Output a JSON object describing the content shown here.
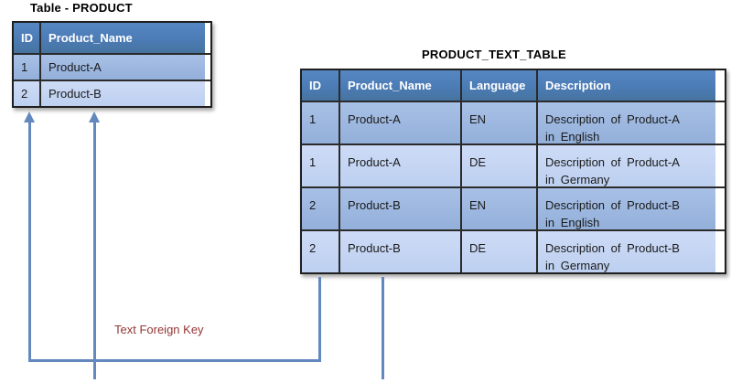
{
  "left_table": {
    "title": "Table - PRODUCT",
    "headers": [
      "ID",
      "Product_Name"
    ],
    "rows": [
      [
        "1",
        "Product-A"
      ],
      [
        "2",
        "Product-B"
      ]
    ]
  },
  "right_table": {
    "title": "PRODUCT_TEXT_TABLE",
    "headers": [
      "ID",
      "Product_Name",
      "Language",
      "Description"
    ],
    "rows": [
      [
        "1",
        "Product-A",
        "EN",
        "Description of Product-A\nin English"
      ],
      [
        "1",
        "Product-A",
        "DE",
        "Description of Product-A\nin Germany"
      ],
      [
        "2",
        "Product-B",
        "EN",
        "Description of Product-B\nin English"
      ],
      [
        "2",
        "Product-B",
        "DE",
        "Description of Product-B\nin Germany"
      ]
    ]
  },
  "annotations": {
    "foreign_key_label": "Text Foreign Key"
  },
  "colors": {
    "header_bg": "#4f81bd",
    "row_dark": "#9db7e0",
    "row_light": "#c5d6f2",
    "connector_line": "#6288be",
    "label_text": "#943634",
    "border": "#2b2b2b"
  }
}
